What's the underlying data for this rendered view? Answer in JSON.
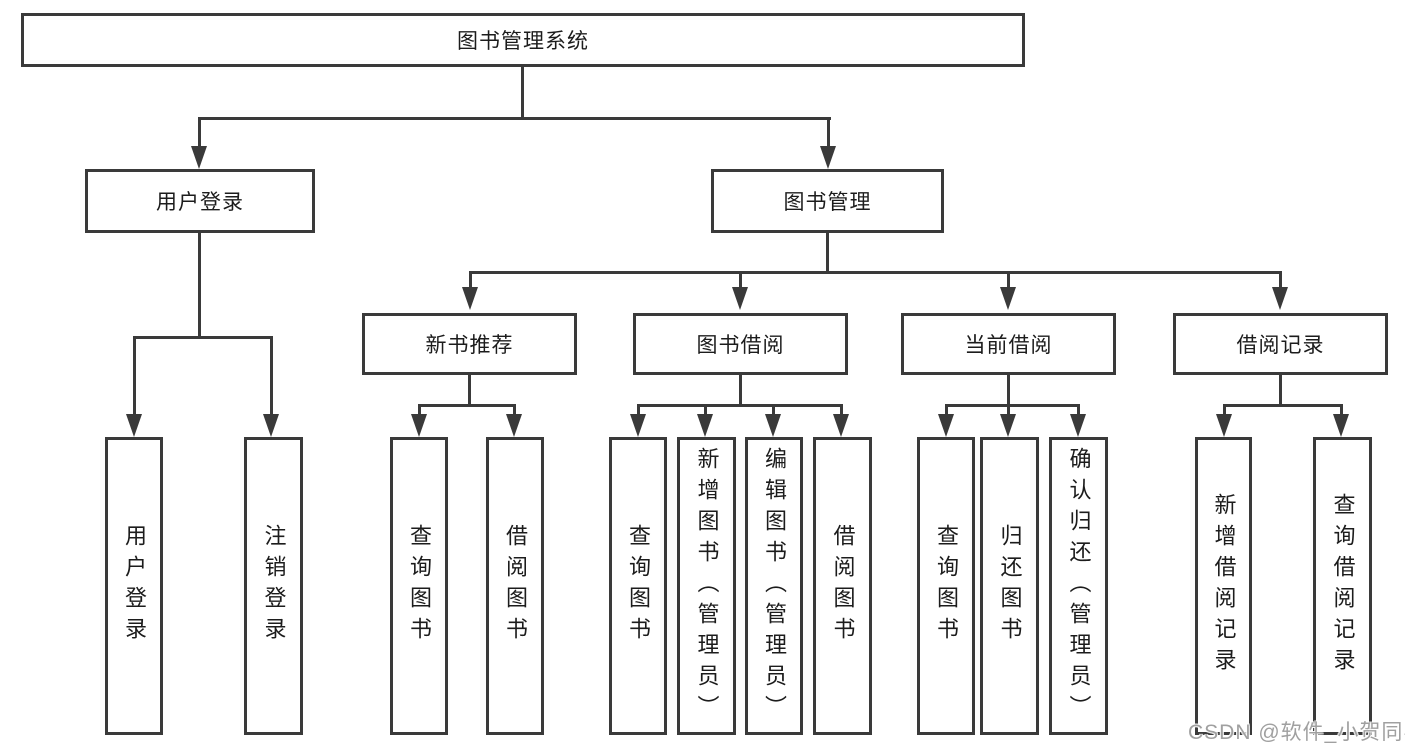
{
  "diagram": {
    "kind": "hierarchy-flowchart",
    "line_color": "#3a3a3a",
    "background_color": "#ffffff",
    "text_color": "#1c1c1c"
  },
  "tree": {
    "label": "图书管理系统",
    "children": [
      {
        "label": "用户登录",
        "children": [
          {
            "label": "用户登录"
          },
          {
            "label": "注销登录"
          }
        ]
      },
      {
        "label": "图书管理",
        "children": [
          {
            "label": "新书推荐",
            "children": [
              {
                "label": "查询图书"
              },
              {
                "label": "借阅图书"
              }
            ]
          },
          {
            "label": "图书借阅",
            "children": [
              {
                "label": "查询图书"
              },
              {
                "label": "新增图书（管理员）"
              },
              {
                "label": "编辑图书（管理员）"
              },
              {
                "label": "借阅图书"
              }
            ]
          },
          {
            "label": "当前借阅",
            "children": [
              {
                "label": "查询图书"
              },
              {
                "label": "归还图书"
              },
              {
                "label": "确认归还（管理员）"
              }
            ]
          },
          {
            "label": "借阅记录",
            "children": [
              {
                "label": "新增借阅记录"
              },
              {
                "label": "查询借阅记录"
              }
            ]
          }
        ]
      }
    ]
  },
  "watermark": {
    "text": "CSDN @软件_小贺同学",
    "color": "#a0a0a0"
  }
}
